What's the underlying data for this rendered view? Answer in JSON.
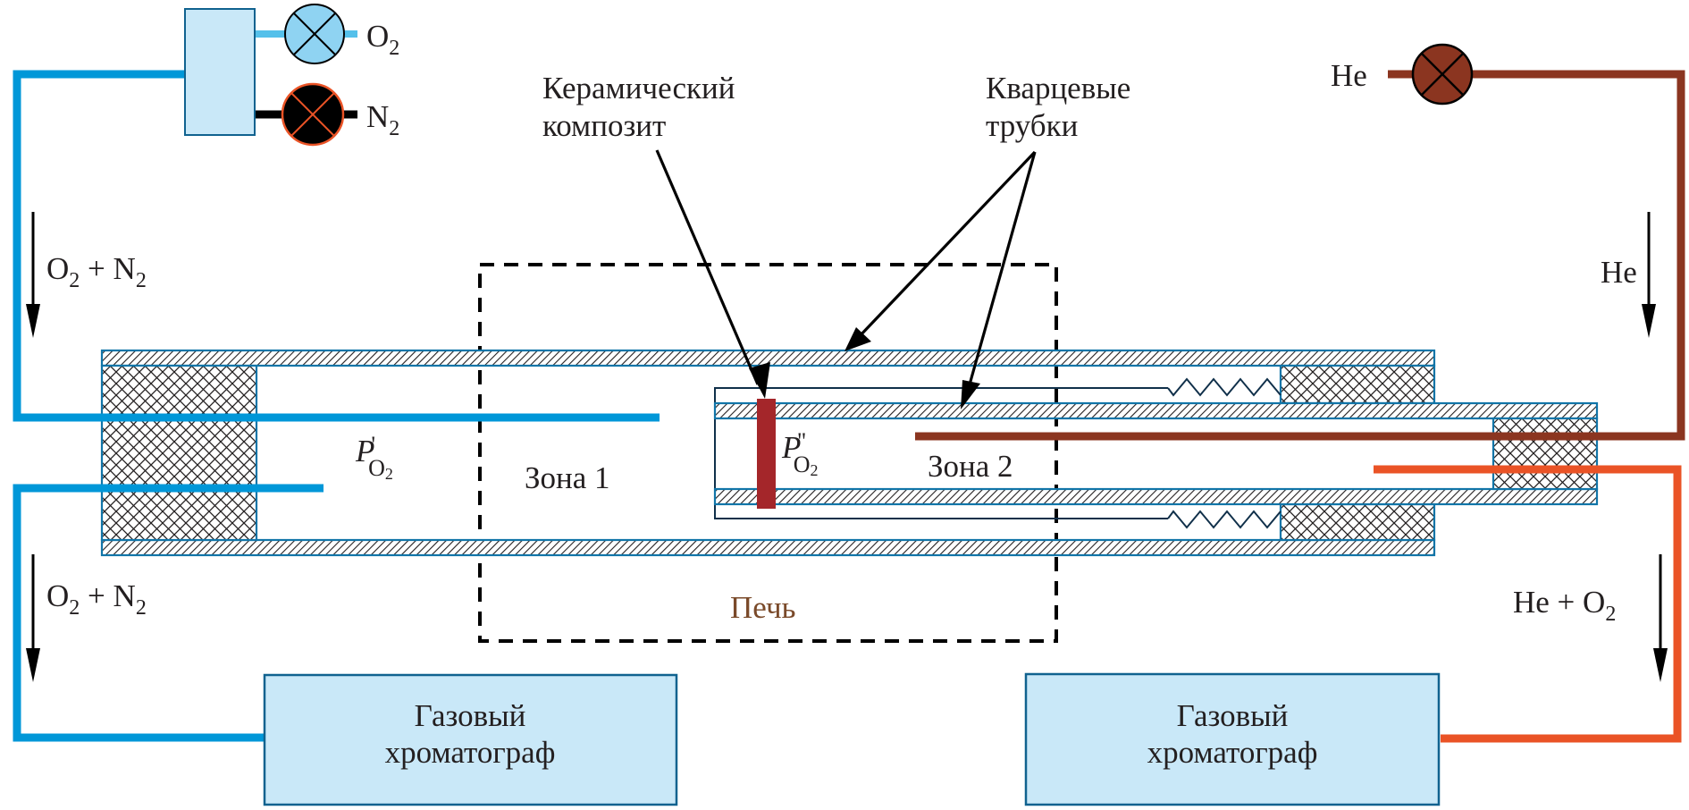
{
  "diagram": {
    "colors": {
      "o2_n2_pipe": "#0097d8",
      "o2_line": "#54c0ea",
      "he_pipe": "#8b3520",
      "he_o2_pipe": "#ea5326",
      "box_fill": "#c9e8f8",
      "box_stroke": "#10628f",
      "composite": "#a4262a",
      "tube_stroke": "#1175a8",
      "furnace_text": "#7a4a2a"
    },
    "gas_sources": {
      "o2": {
        "label": "O",
        "sub": "2"
      },
      "n2": {
        "label": "N",
        "sub": "2"
      },
      "he": {
        "label": "He"
      }
    },
    "flows": {
      "left_in": {
        "a": "O",
        "a_sub": "2",
        "plus": " + ",
        "b": "N",
        "b_sub": "2"
      },
      "left_out": {
        "a": "O",
        "a_sub": "2",
        "plus": " + ",
        "b": "N",
        "b_sub": "2"
      },
      "right_in": {
        "label": "He"
      },
      "right_out": {
        "a": "He + O",
        "a_sub": "2"
      }
    },
    "annotations": {
      "ceramic_line1": "Керамический",
      "ceramic_line2": "композит",
      "quartz_line1": "Кварцевые",
      "quartz_line2": "трубки",
      "p_left": {
        "main": "P",
        "prime": "'",
        "sub": "O",
        "sub2": "2"
      },
      "p_right": {
        "main": "P",
        "prime": "''",
        "sub": "O",
        "sub2": "2"
      },
      "zone1": "Зона 1",
      "zone2": "Зона 2",
      "furnace": "Печь"
    },
    "chromatographs": {
      "left": {
        "line1": "Газовый",
        "line2": "хроматограф"
      },
      "right": {
        "line1": "Газовый",
        "line2": "хроматограф"
      }
    }
  }
}
